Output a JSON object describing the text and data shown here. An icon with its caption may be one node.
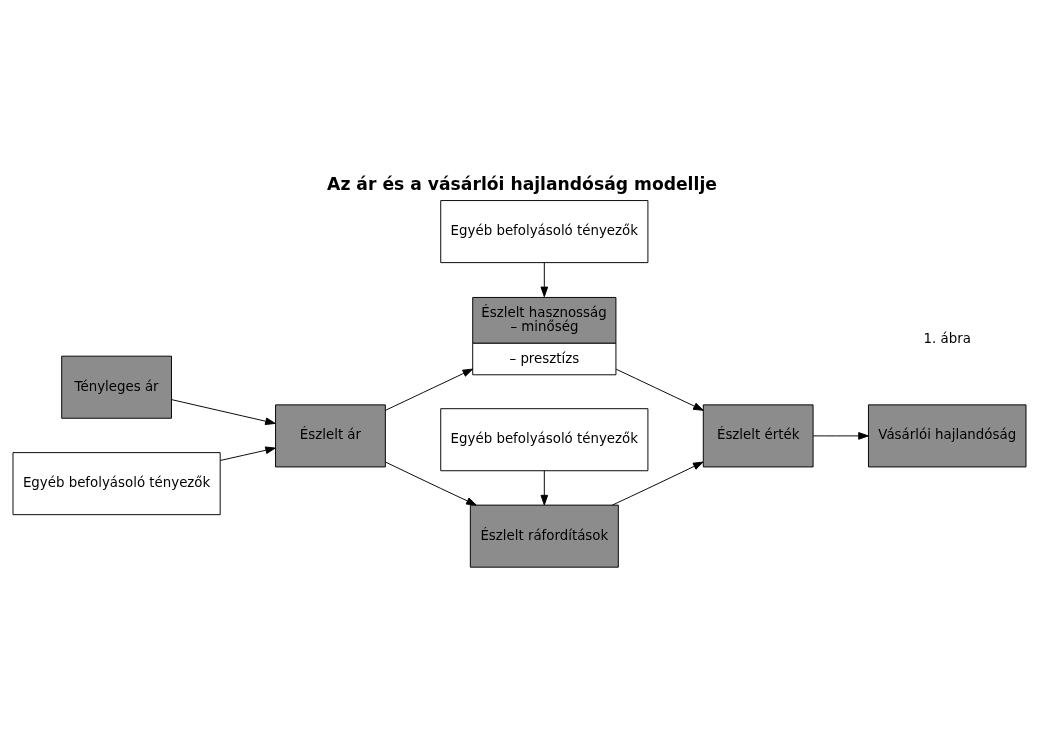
{
  "diagram": {
    "title": "Az ár és a vásárlói hajlandóság modellje",
    "nodes": [
      {
        "text": [
          "Egyéb befolyásoló tényezők"
        ]
      },
      {
        "text": [
          "Észlelt hasznosság",
          "– minőség",
          "– presztízs"
        ]
      },
      {
        "text": [
          "Tényleges ár"
        ]
      },
      {
        "text": [
          "Észlelt ár"
        ]
      },
      {
        "text": [
          "Észlelt érték"
        ]
      },
      {
        "text": [
          "Vásárlói hajlandóság"
        ]
      },
      {
        "text": [
          "Észlelt ráfordítások"
        ]
      },
      {
        "text": [
          "Egyéb befolyásoló tényezők"
        ]
      },
      {
        "text": [
          "Egyéb befolyásoló tényezők"
        ]
      }
    ],
    "edges": [
      {
        "from": 0,
        "to": 1,
        "arrow": "to"
      },
      {
        "from": 2,
        "to": 3,
        "arrow": "to"
      },
      {
        "from": 3,
        "to": 1,
        "arrow": "to"
      },
      {
        "from": 3,
        "to": 6,
        "arrow": "to"
      },
      {
        "from": 1,
        "to": 4,
        "arrow": "to"
      },
      {
        "from": 6,
        "to": 4,
        "arrow": "to"
      },
      {
        "from": 4,
        "to": 5,
        "arrow": "to"
      },
      {
        "from": 7,
        "to": 3,
        "arrow": "to"
      },
      {
        "from": 8,
        "to": 6,
        "arrow": "to"
      }
    ],
    "labels": [
      "1. ábra"
    ]
  }
}
